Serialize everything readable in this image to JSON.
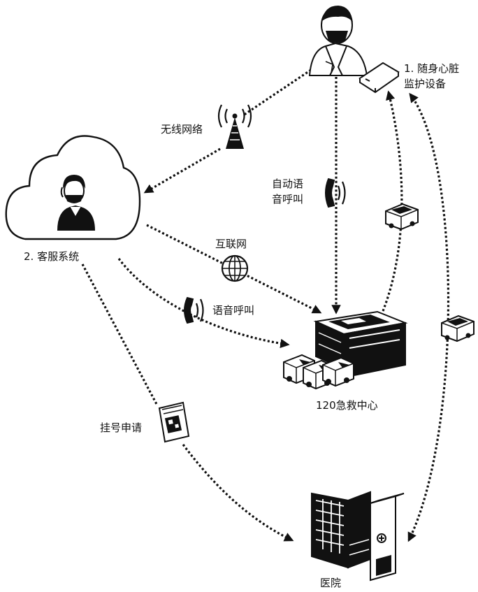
{
  "labels": {
    "monitor_device_line1": "1. 随身心脏",
    "monitor_device_line2": "监护设备",
    "wireless_network": "无线网络",
    "service_system": "2. 客服系统",
    "auto_voice_call_line1": "自动语",
    "auto_voice_call_line2": "音呼叫",
    "internet": "互联网",
    "voice_call": "语音呼叫",
    "emergency_center": "120急救中心",
    "registration_request": "挂号申请",
    "hospital": "医院"
  },
  "colors": {
    "ink": "#111111",
    "background": "#ffffff"
  }
}
